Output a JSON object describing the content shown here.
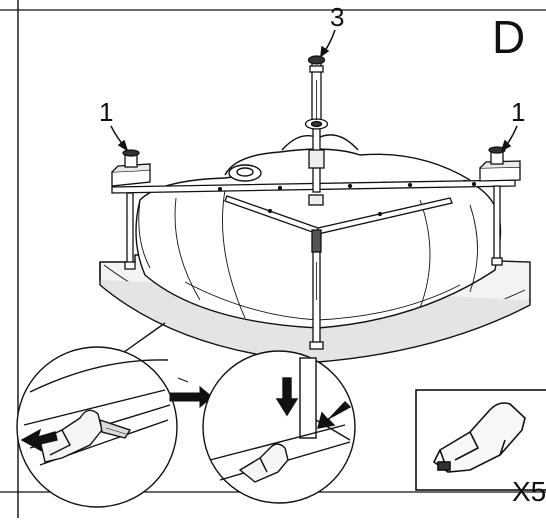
{
  "diagram": {
    "step_letter": "D",
    "callouts": [
      "1",
      "3",
      "1"
    ],
    "quantity_label": "X5"
  },
  "colors": {
    "line": "#111111",
    "background": "#ffffff",
    "rim": "#f2f2f2",
    "shadow": "#bdbdbd"
  }
}
